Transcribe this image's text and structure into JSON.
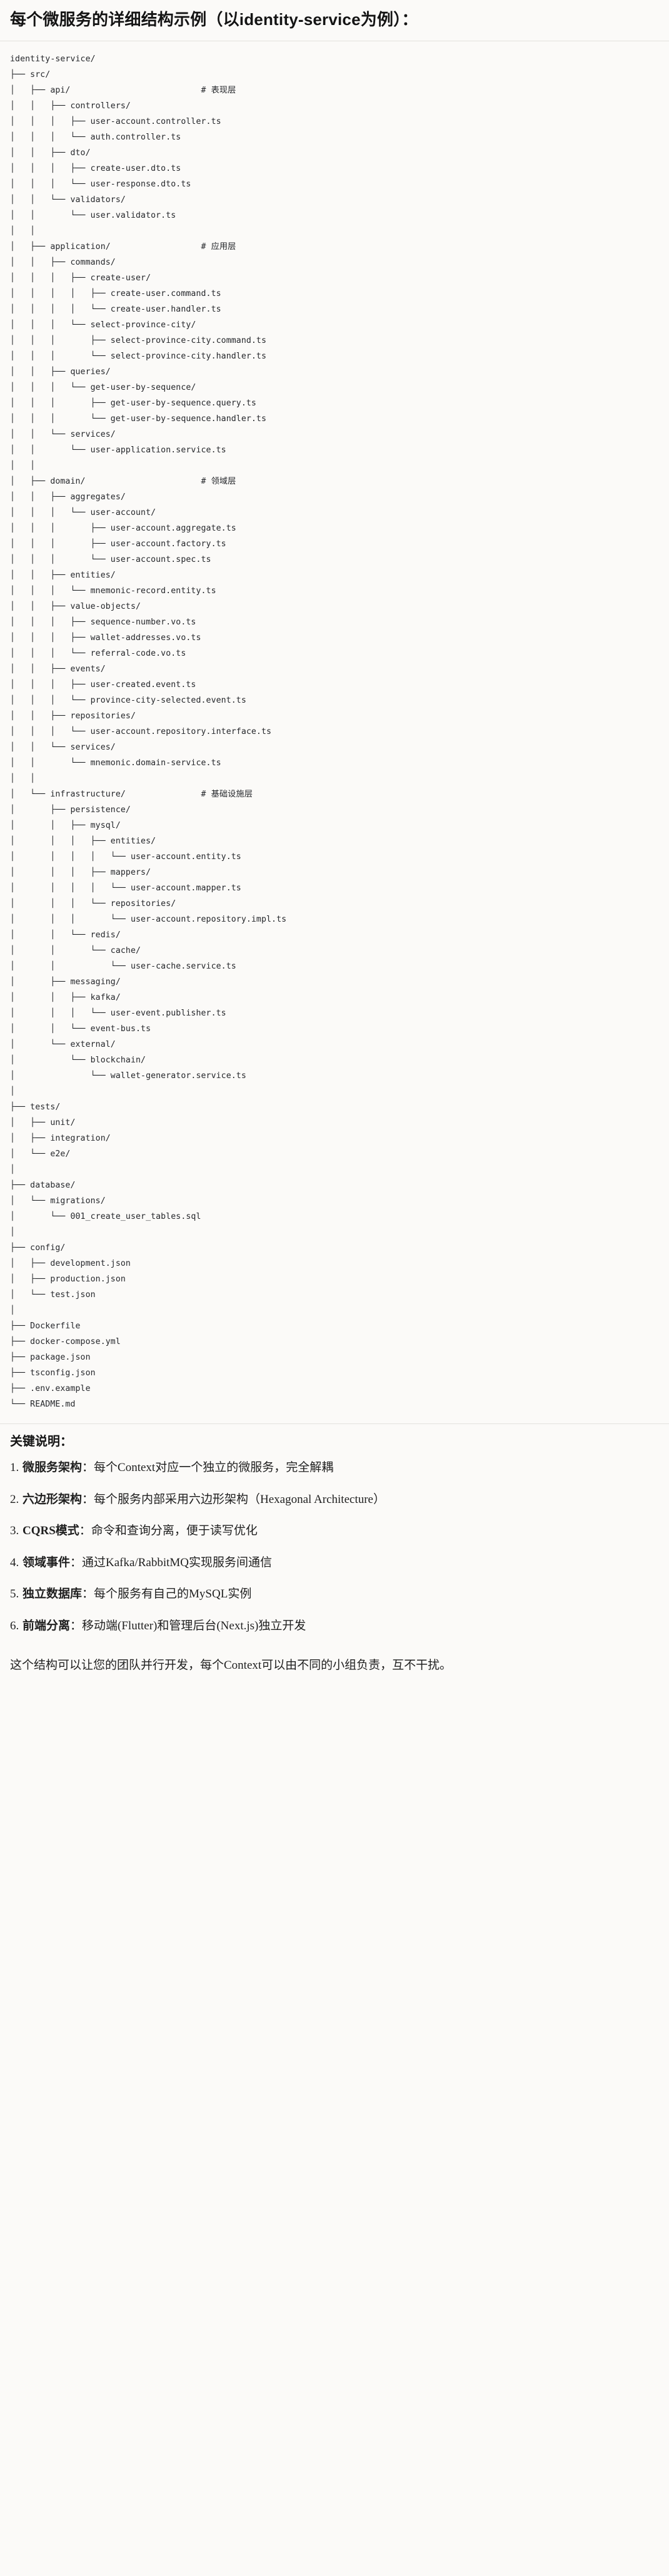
{
  "document": {
    "title": "每个微服务的详细结构示例（以identity-service为例）："
  },
  "code_block": {
    "language": "text",
    "root": "identity-service/",
    "comments": [
      "# 表现层",
      "# 应用层",
      "# 领域层",
      "# 基础设施层"
    ],
    "tree": "identity-service/\n├── src/\n│   ├── api/                          # 表现层\n│   │   ├── controllers/\n│   │   │   ├── user-account.controller.ts\n│   │   │   └── auth.controller.ts\n│   │   ├── dto/\n│   │   │   ├── create-user.dto.ts\n│   │   │   └── user-response.dto.ts\n│   │   └── validators/\n│   │       └── user.validator.ts\n│   │\n│   ├── application/                  # 应用层\n│   │   ├── commands/\n│   │   │   ├── create-user/\n│   │   │   │   ├── create-user.command.ts\n│   │   │   │   └── create-user.handler.ts\n│   │   │   └── select-province-city/\n│   │   │       ├── select-province-city.command.ts\n│   │   │       └── select-province-city.handler.ts\n│   │   ├── queries/\n│   │   │   └── get-user-by-sequence/\n│   │   │       ├── get-user-by-sequence.query.ts\n│   │   │       └── get-user-by-sequence.handler.ts\n│   │   └── services/\n│   │       └── user-application.service.ts\n│   │\n│   ├── domain/                       # 领域层\n│   │   ├── aggregates/\n│   │   │   └── user-account/\n│   │   │       ├── user-account.aggregate.ts\n│   │   │       ├── user-account.factory.ts\n│   │   │       └── user-account.spec.ts\n│   │   ├── entities/\n│   │   │   └── mnemonic-record.entity.ts\n│   │   ├── value-objects/\n│   │   │   ├── sequence-number.vo.ts\n│   │   │   ├── wallet-addresses.vo.ts\n│   │   │   └── referral-code.vo.ts\n│   │   ├── events/\n│   │   │   ├── user-created.event.ts\n│   │   │   └── province-city-selected.event.ts\n│   │   ├── repositories/\n│   │   │   └── user-account.repository.interface.ts\n│   │   └── services/\n│   │       └── mnemonic.domain-service.ts\n│   │\n│   └── infrastructure/               # 基础设施层\n│       ├── persistence/\n│       │   ├── mysql/\n│       │   │   ├── entities/\n│       │   │   │   └── user-account.entity.ts\n│       │   │   ├── mappers/\n│       │   │   │   └── user-account.mapper.ts\n│       │   │   └── repositories/\n│       │   │       └── user-account.repository.impl.ts\n│       │   └── redis/\n│       │       └── cache/\n│       │           └── user-cache.service.ts\n│       ├── messaging/\n│       │   ├── kafka/\n│       │   │   └── user-event.publisher.ts\n│       │   └── event-bus.ts\n│       └── external/\n│           └── blockchain/\n│               └── wallet-generator.service.ts\n│\n├── tests/\n│   ├── unit/\n│   ├── integration/\n│   └── e2e/\n│\n├── database/\n│   └── migrations/\n│       └── 001_create_user_tables.sql\n│\n├── config/\n│   ├── development.json\n│   ├── production.json\n│   └── test.json\n│\n├── Dockerfile\n├── docker-compose.yml\n├── package.json\n├── tsconfig.json\n├── .env.example\n└── README.md"
  },
  "notes": {
    "title": "关键说明：",
    "items": [
      {
        "num": "1.",
        "label": "微服务架构",
        "sep": "：",
        "text": "每个Context对应一个独立的微服务，完全解耦"
      },
      {
        "num": "2.",
        "label": "六边形架构",
        "sep": "：",
        "text": "每个服务内部采用六边形架构（Hexagonal Architecture）"
      },
      {
        "num": "3.",
        "label": "CQRS模式",
        "sep": "：",
        "text": "命令和查询分离，便于读写优化"
      },
      {
        "num": "4.",
        "label": "领域事件",
        "sep": "：",
        "text": "通过Kafka/RabbitMQ实现服务间通信"
      },
      {
        "num": "5.",
        "label": "独立数据库",
        "sep": "：",
        "text": "每个服务有自己的MySQL实例"
      },
      {
        "num": "6.",
        "label": "前端分离",
        "sep": "：",
        "text": "移动端(Flutter)和管理后台(Next.js)独立开发"
      }
    ],
    "closing": "这个结构可以让您的团队并行开发，每个Context可以由不同的小组负责，互不干扰。"
  },
  "theme": {
    "background": "#fbfaf8",
    "text": "#1f1f1f",
    "code_text": "#25272b",
    "rule": "#e3e1dd"
  }
}
